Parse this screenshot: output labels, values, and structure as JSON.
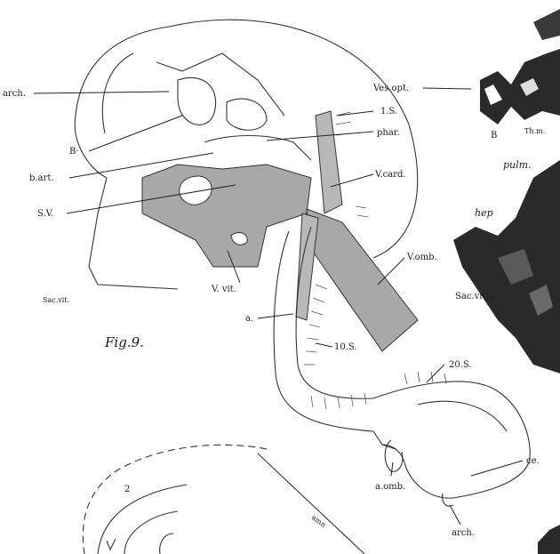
{
  "figure": {
    "title": "Fig.9."
  },
  "labels": {
    "arch_top": "arch.",
    "B_left": "B·",
    "b_art": "b.art.",
    "S_V": "S.V.",
    "sac_vit_left": "Sac.vit.",
    "V_vit": "V. vit.",
    "one_S": "1.S.",
    "phar": "phar.",
    "V_card": "V.card.",
    "V_omb": "V.omb.",
    "a": "a.",
    "ten_S": "10.S.",
    "twenty_S": "20.S.",
    "a_omb": "a.omb.",
    "ce": "ce.",
    "arch_bottom": "arch.",
    "amn": "amn",
    "two": "2"
  },
  "photo_labels": {
    "ves_opt": "Ves.opt.",
    "B_photo": "B",
    "Th_m": "Th.m.",
    "pulm": "pulm.",
    "hep": "hep",
    "sac_vit_photo": "Sac.vit."
  },
  "colors": {
    "ink": "#222222",
    "shade": "#a8a8a8",
    "photo_dark": "#2a2a2a"
  }
}
